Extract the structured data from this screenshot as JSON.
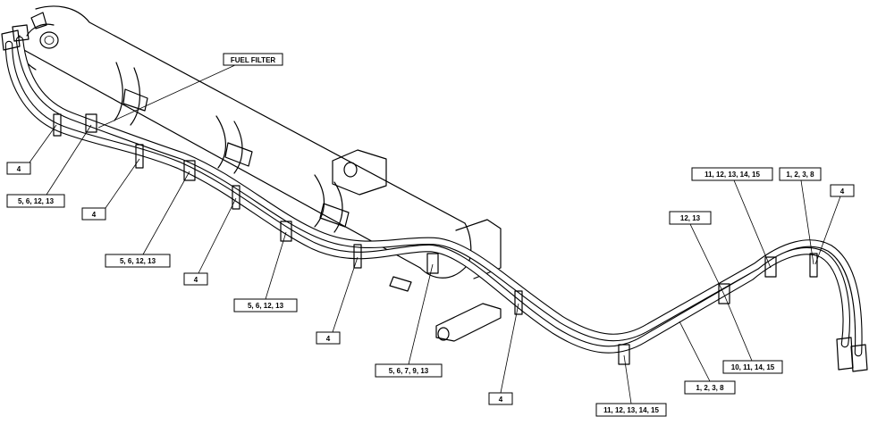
{
  "diagram": {
    "title_label": "FUEL FILTER",
    "callouts": [
      {
        "id": "c1",
        "text": "4"
      },
      {
        "id": "c2",
        "text": "5, 6, 12, 13"
      },
      {
        "id": "c3",
        "text": "4"
      },
      {
        "id": "c4",
        "text": "5, 6, 12, 13"
      },
      {
        "id": "c5",
        "text": "4"
      },
      {
        "id": "c6",
        "text": "5, 6, 12, 13"
      },
      {
        "id": "c7",
        "text": "4"
      },
      {
        "id": "c8",
        "text": "5, 6, 7, 9, 13"
      },
      {
        "id": "c9",
        "text": "4"
      },
      {
        "id": "c10",
        "text": "11, 12, 13, 14, 15"
      },
      {
        "id": "c11",
        "text": "1, 2, 3, 8"
      },
      {
        "id": "c12",
        "text": "10, 11, 14, 15"
      },
      {
        "id": "c13",
        "text": "12, 13"
      },
      {
        "id": "c14",
        "text": "11, 12, 13, 14, 15"
      },
      {
        "id": "c15",
        "text": "1, 2, 3, 8"
      },
      {
        "id": "c16",
        "text": "4"
      }
    ]
  }
}
